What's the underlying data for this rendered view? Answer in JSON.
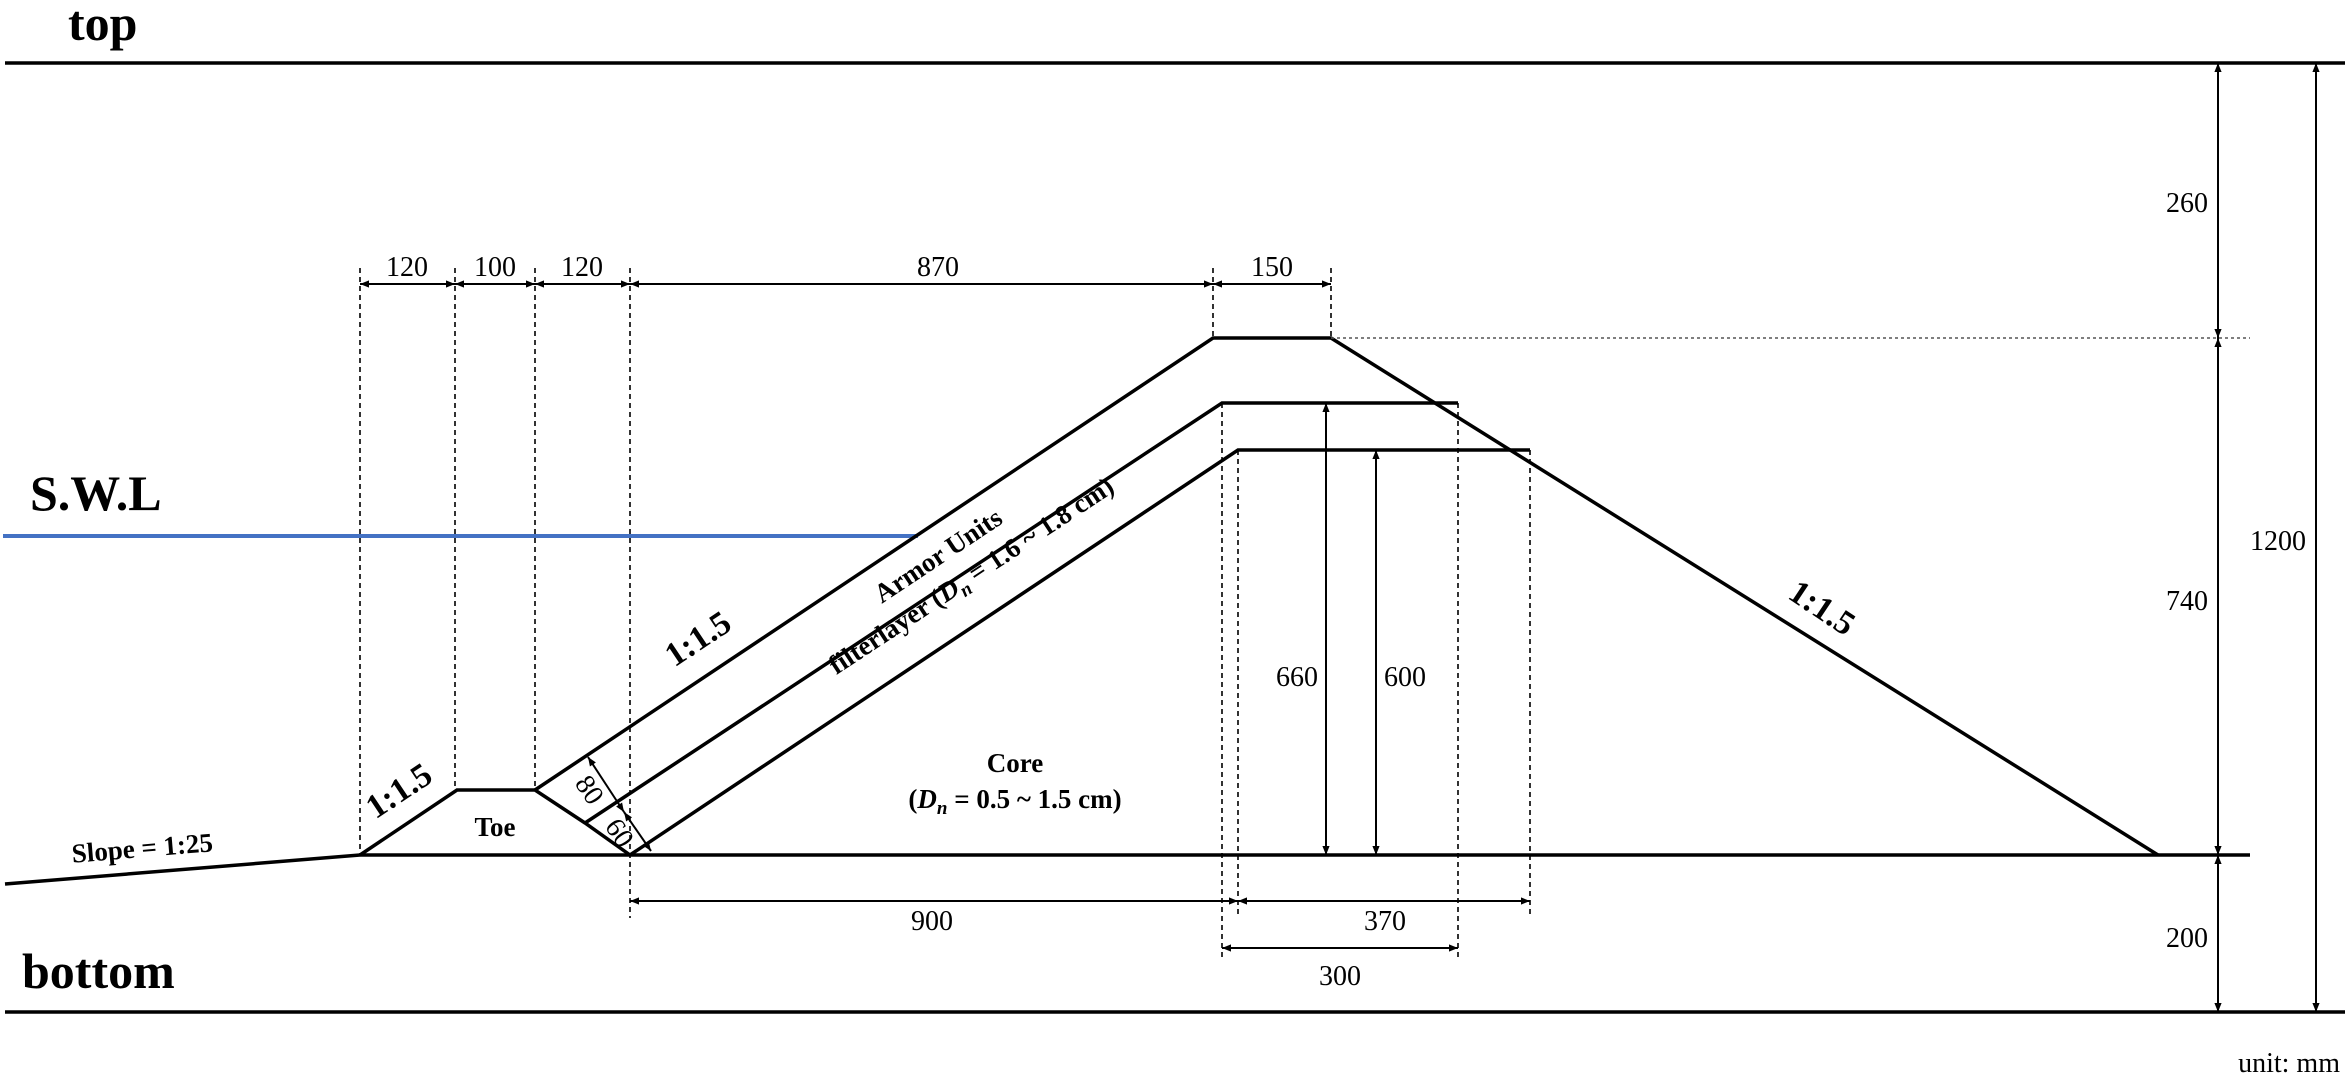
{
  "labels": {
    "top": "top",
    "bottom": "bottom",
    "swl": "S.W.L",
    "unit": "unit: mm",
    "toe": "Toe",
    "armor": "Armor Units",
    "filter_pre": "filterlayer (",
    "filter_d": "D",
    "filter_sub": "n",
    "filter_post": " = 1.6 ~ 1.8 cm)",
    "core": "Core",
    "core_pre": "(",
    "core_d": "D",
    "core_sub": "n",
    "core_post": " = 0.5 ~ 1.5 cm)",
    "seabed_slope": "Slope = 1:25",
    "slope_toe": "1:1.5",
    "slope_front": "1:1.5",
    "slope_back": "1:1.5"
  },
  "dimensions": {
    "d120a": "120",
    "d100": "100",
    "d120b": "120",
    "d870": "870",
    "d150": "150",
    "d900": "900",
    "d370": "370",
    "d300": "300",
    "d260": "260",
    "d740": "740",
    "d1200": "1200",
    "d200": "200",
    "d660": "660",
    "d600": "600",
    "d80": "80",
    "d60": "60"
  },
  "colors": {
    "swl_line": "#4472c4",
    "ink": "#000000"
  }
}
